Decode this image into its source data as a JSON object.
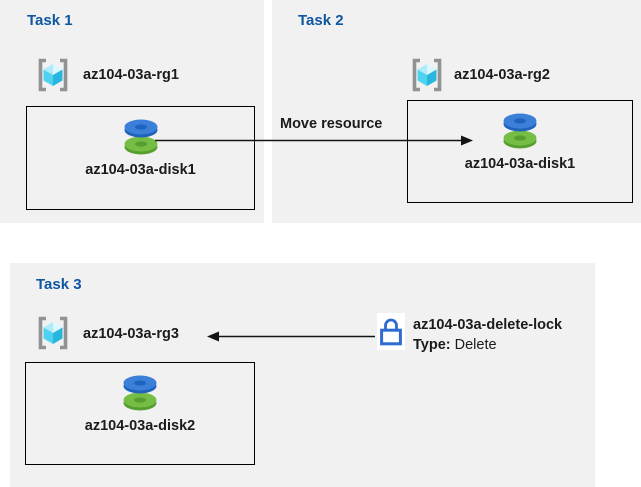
{
  "colors": {
    "panel_background": "#f1f1f2",
    "task_title_blue": "#1057a0",
    "text": "#1b1b1b",
    "box_border": "#000000",
    "disk_blue": "#3b7fd9",
    "disk_blue_dark": "#1e63bd",
    "disk_green": "#76bd45",
    "disk_green_dark": "#569e2f",
    "lock_blue": "#2e6bd0",
    "bracket_gray": "#909294",
    "cube_cyan": "#2db9e2"
  },
  "tasks": [
    {
      "title": "Task 1",
      "resource_group_label": "az104-03a-rg1",
      "resource_label": "az104-03a-disk1"
    },
    {
      "title": "Task 2",
      "resource_group_label": "az104-03a-rg2",
      "resource_label": "az104-03a-disk1"
    },
    {
      "title": "Task 3",
      "resource_group_label": "az104-03a-rg3",
      "resource_label": "az104-03a-disk2"
    }
  ],
  "move_arrow": {
    "label": "Move resource"
  },
  "delete_lock": {
    "name": "az104-03a-delete-lock",
    "type_key": "Type:",
    "type_value": "Delete"
  },
  "icons": {
    "resource_group": "azure-resource-group-icon (cyan cube in gray brackets)",
    "disk": "azure-managed-disk-icon (blue and green stacked discs)",
    "lock": "lock-icon (blue outline padlock)"
  }
}
